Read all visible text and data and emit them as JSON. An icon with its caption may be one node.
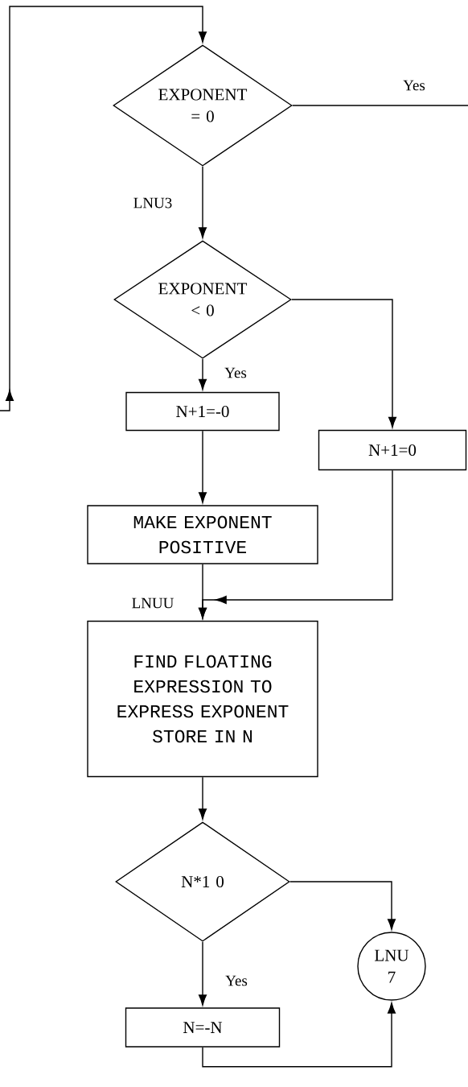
{
  "diagram": {
    "nodes": [
      {
        "text": [
          "EXPONENT = 0"
        ]
      },
      {
        "text": [
          "EXPONENT < 0"
        ]
      },
      {
        "text": [
          "N+1=-0"
        ]
      },
      {
        "text": [
          "N+1=0"
        ]
      },
      {
        "text": [
          "MAKE EXPONENT POSITIVE"
        ]
      },
      {
        "text": [
          "FIND FLOATING EXPRESSION TO EXPRESS EXPONENT STORE IN N"
        ]
      },
      {
        "text": [
          "N*1 0"
        ]
      },
      {
        "text": [
          "LNU 7"
        ]
      },
      {
        "text": [
          "N=-N"
        ]
      }
    ],
    "edges": [
      {
        "from": null,
        "to": 0,
        "arrow": "to"
      },
      {
        "from": 0,
        "to": null,
        "arrow": "none",
        "label": "Yes"
      },
      {
        "from": 0,
        "to": 1,
        "arrow": "to",
        "label": "LNU3"
      },
      {
        "from": 1,
        "to": 2,
        "arrow": "to",
        "label": "Yes"
      },
      {
        "from": 1,
        "to": 3,
        "arrow": "to"
      },
      {
        "from": 2,
        "to": 4,
        "arrow": "to"
      },
      {
        "from": 4,
        "to": 5,
        "arrow": "to",
        "label": "LNUU"
      },
      {
        "from": 3,
        "to": 5,
        "arrow": "to"
      },
      {
        "from": 5,
        "to": 6,
        "arrow": "to"
      },
      {
        "from": 6,
        "to": 7,
        "arrow": "to"
      },
      {
        "from": 6,
        "to": 8,
        "arrow": "to",
        "label": "Yes"
      },
      {
        "from": 8,
        "to": 7,
        "arrow": "to"
      }
    ]
  }
}
